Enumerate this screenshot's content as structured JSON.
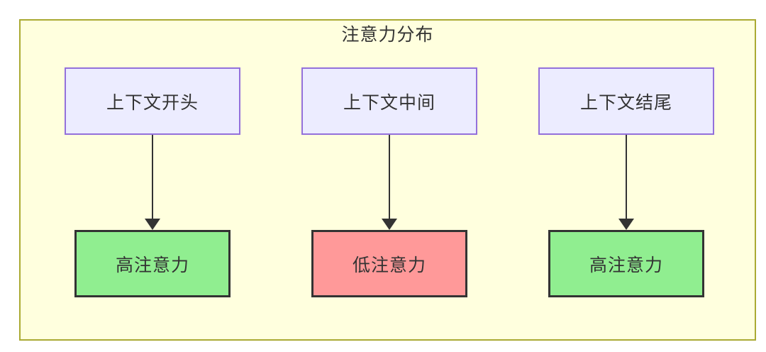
{
  "diagram": {
    "type": "flowchart",
    "title": "注意力分布",
    "container": {
      "fill": "#ffffde",
      "stroke": "#aaaa33"
    },
    "node_defaults": {
      "fill": "#ECECFF",
      "stroke": "#9370DB",
      "text_color": "#333333"
    },
    "arrow_color": "#333333",
    "columns": [
      {
        "top": {
          "label": "上下文开头"
        },
        "bottom": {
          "label": "高注意力",
          "fill": "#90EE90",
          "stroke": "#333333"
        }
      },
      {
        "top": {
          "label": "上下文中间"
        },
        "bottom": {
          "label": "低注意力",
          "fill": "#FF9999",
          "stroke": "#333333"
        }
      },
      {
        "top": {
          "label": "上下文结尾"
        },
        "bottom": {
          "label": "高注意力",
          "fill": "#90EE90",
          "stroke": "#333333"
        }
      }
    ]
  }
}
